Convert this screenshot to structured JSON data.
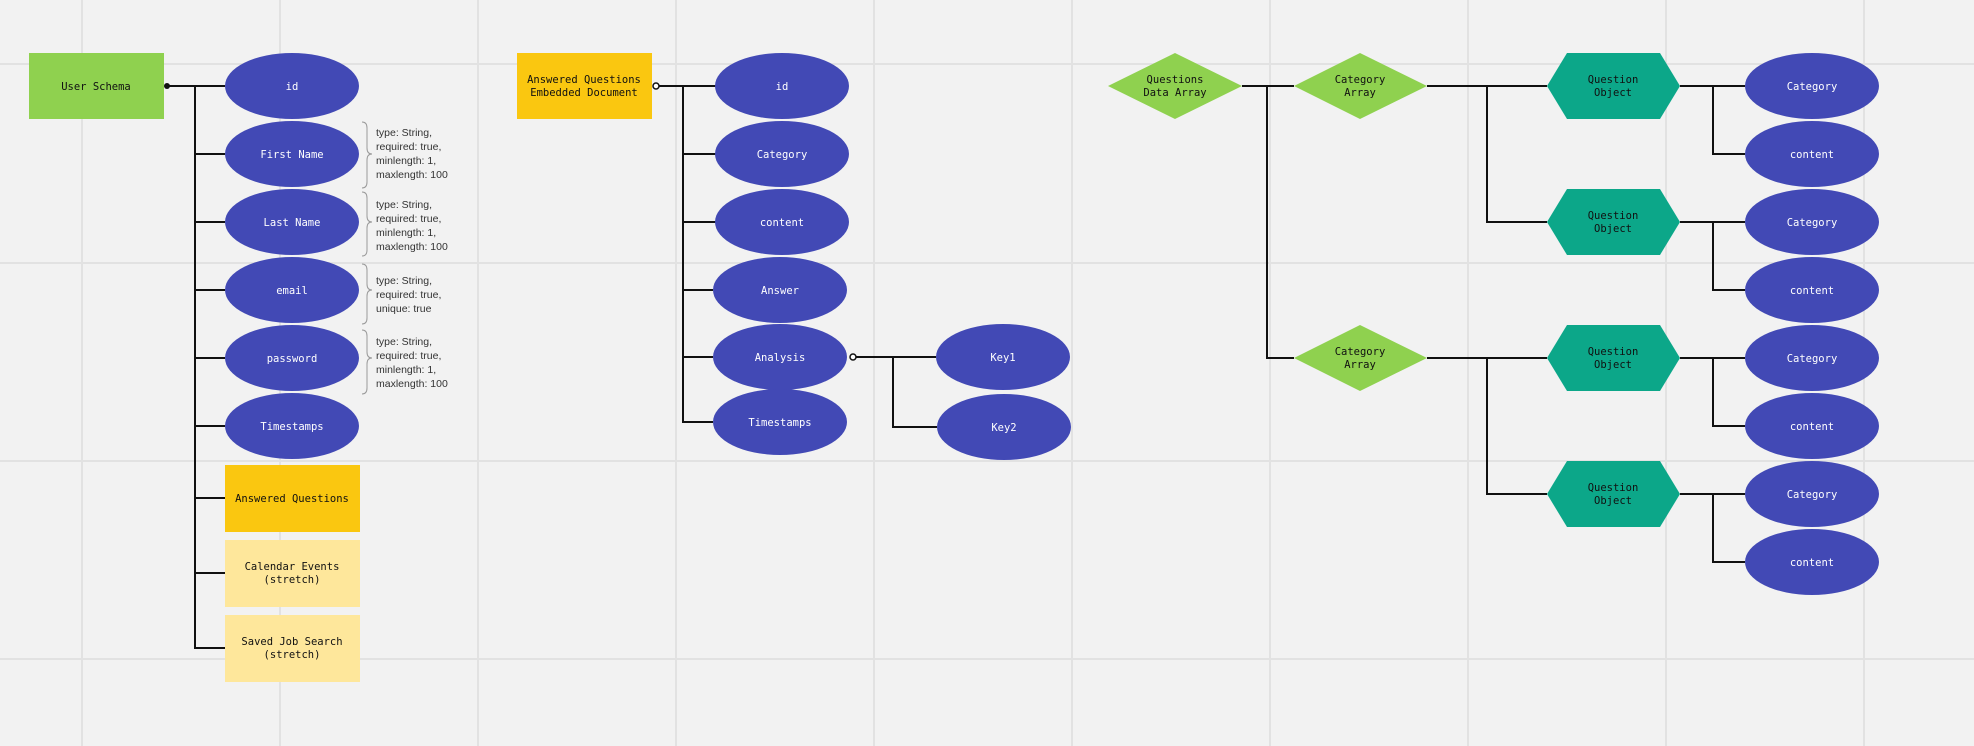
{
  "colors": {
    "background": "#f2f2f2",
    "grid": "#e2e2e2",
    "ellipse": "#4249b5",
    "ellipse_text": "#ffffff",
    "green": "#8fd14f",
    "yellow": "#fac710",
    "pale_yellow": "#fee79b",
    "teal": "#0ca789",
    "line": "#111111",
    "note_bracket": "#999999"
  },
  "user_schema": {
    "root": "User Schema",
    "fields": [
      "id",
      "First Name",
      "Last Name",
      "email",
      "password",
      "Timestamps"
    ],
    "subdocs": [
      {
        "line1": "Answered Questions",
        "line2": ""
      },
      {
        "line1": "Calendar Events",
        "line2": "(stretch)"
      },
      {
        "line1": "Saved Job Search",
        "line2": "(stretch)"
      }
    ],
    "notes": [
      [
        "type: String,",
        "required: true,",
        "minlength: 1,",
        "maxlength: 100"
      ],
      [
        "type: String,",
        "required: true,",
        "minlength: 1,",
        "maxlength: 100"
      ],
      [
        "type: String,",
        "required: true,",
        "unique: true"
      ],
      [
        "type: String,",
        "required: true,",
        "minlength: 1,",
        "maxlength: 100"
      ]
    ]
  },
  "answered_questions": {
    "root_line1": "Answered Questions",
    "root_line2": "Embedded Document",
    "fields": [
      "id",
      "Category",
      "content",
      "Answer",
      "Analysis",
      "Timestamps"
    ],
    "analysis_keys": [
      "Key1",
      "Key2"
    ]
  },
  "questions": {
    "root_line1": "Questions",
    "root_line2": "Data Array",
    "category_array_line1": "Category",
    "category_array_line2": "Array",
    "question_object_line1": "Question",
    "question_object_line2": "Object",
    "leaf_fields": [
      "Category",
      "content"
    ]
  }
}
